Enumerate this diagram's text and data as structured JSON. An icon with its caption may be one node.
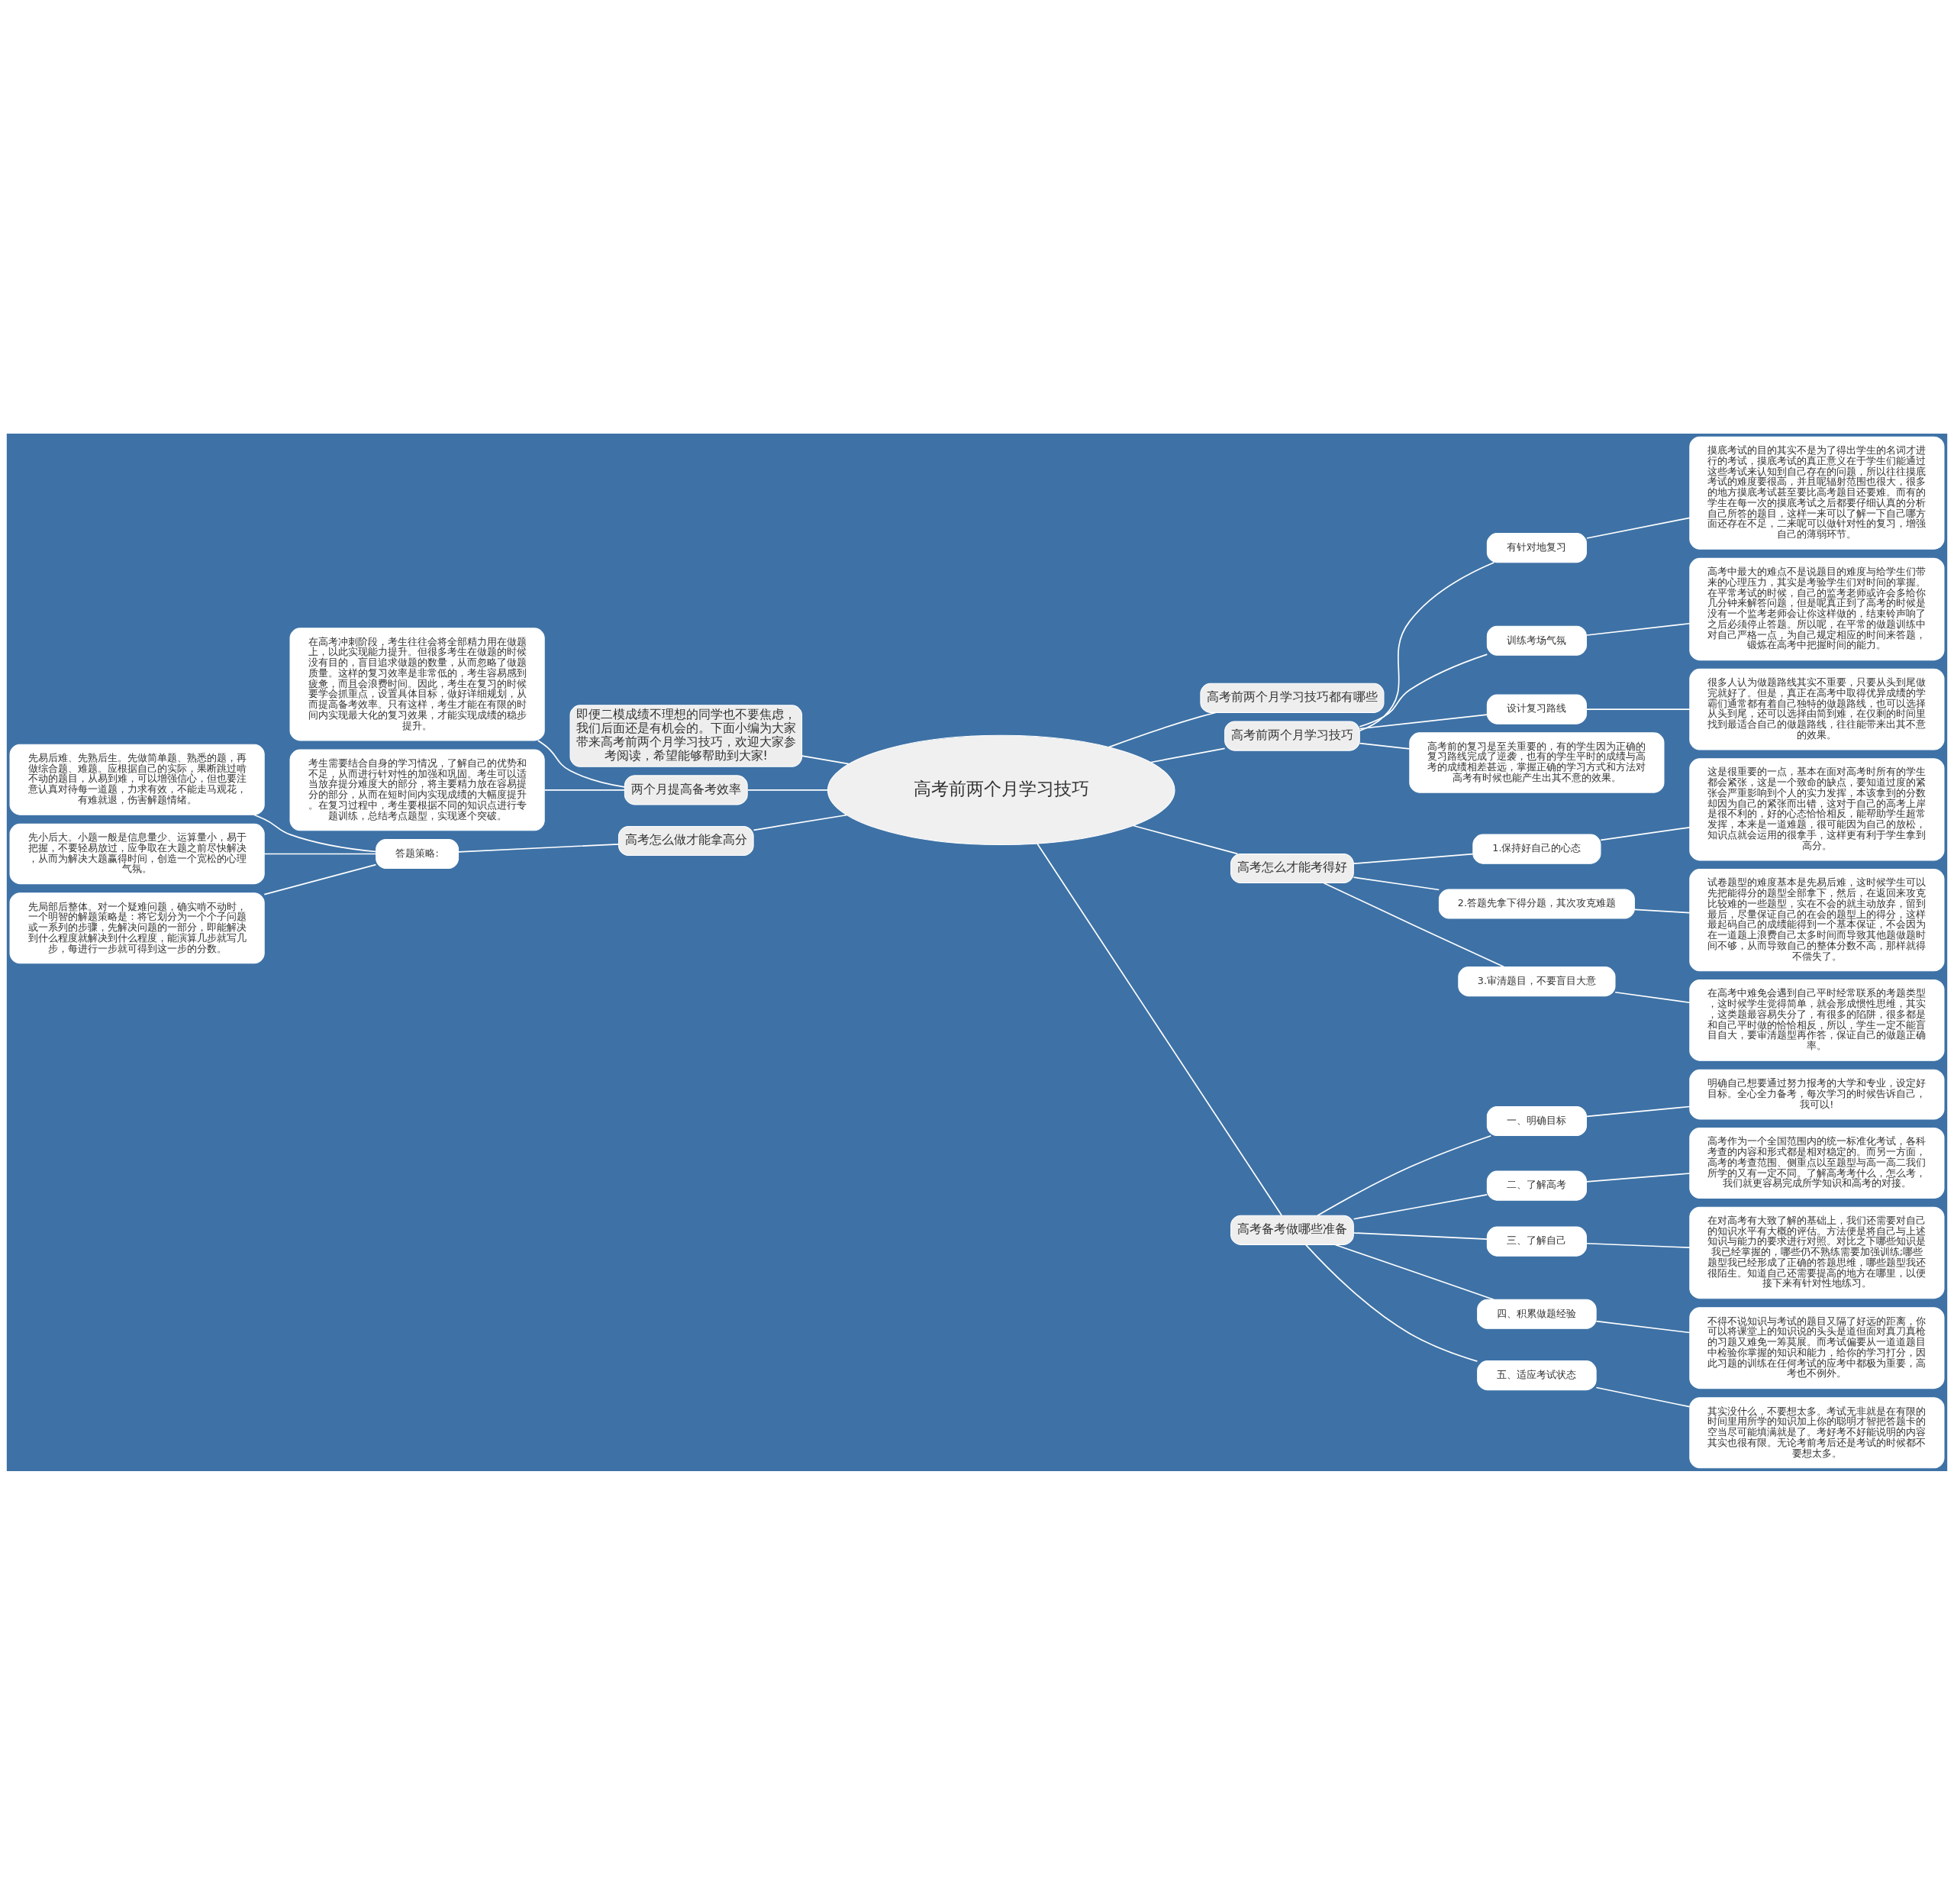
{
  "diagram": {
    "nodes": [
      {
        "text": [
          "高考前两个月学习技巧"
        ]
      },
      {
        "text": [
          "高考前两个月学习技巧都有哪些"
        ]
      },
      {
        "text": [
          "高考前两个月学习技巧"
        ]
      },
      {
        "text": [
          "有针对地复习"
        ]
      },
      {
        "text": [
          "摸底考试的目的其实不是为了得出学生的名词才进行的考试，摸底考试的真正意义在于学生们能通过这些考试来认知到自己存在的问题，所以往往摸底考试的难度要很高，并且呢辐射范围也很大，很多的地方摸底考试甚至要比高考题目还要难。而有的学生在每一次的摸底考试之后都要仔细认真的分析自己所答的题目，这样一来可以了解一下自己哪方面还存在不足，二来呢可以做针对性的复习，增强自己的薄弱环节。"
        ]
      },
      {
        "text": [
          "训练考场气氛"
        ]
      },
      {
        "text": [
          "高考中最大的难点不是说题目的难度与给学生们带来的心理压力，其实是考验学生们对时间的掌握。在平常考试的时候，自己的监考老师或许会多给你几分钟来解答问题，但是呢真正到了高考的时候是没有一个监考老师会让你这样做的，结束铃声响了之后必须停止答题。所以呢，在平常的做题训练中对自己严格一点，为自己规定相应的时间来答题，锻炼在高考中把握时间的能力。"
        ]
      },
      {
        "text": [
          "设计复习路线"
        ]
      },
      {
        "text": [
          "很多人认为做题路线其实不重要，只要从头到尾做完就好了。但是，真正在高考中取得优异成绩的学霸们通常都有着自己独特的做题路线，也可以选择从头到尾，还可以选择由简到难，在仅剩的时间里找到最适合自己的做题路线，往往能带来出其不意的效果。"
        ]
      },
      {
        "text": [
          "高考前的复习是至关重要的，有的学生因为正确的复习路线完成了逆袭，也有的学生平时的成绩与高考的成绩相差甚远，掌握正确的学习方式和方法对高考有时候也能产生出其不意的效果。"
        ]
      },
      {
        "text": [
          "高考怎么才能考得好"
        ]
      },
      {
        "text": [
          "1.保持好自己的心态"
        ]
      },
      {
        "text": [
          "这是很重要的一点，基本在面对高考时所有的学生都会紧张，这是一个致命的缺点，要知道过度的紧张会严重影响到个人的实力发挥，本该拿到的分数却因为自己的紧张而出错，这对于自己的高考上岸是很不利的，好的心态恰恰相反，能帮助学生超常发挥，本来是一道难题，很可能因为自己的放松，知识点就会运用的很拿手，这样更有利于学生拿到高分。"
        ]
      },
      {
        "text": [
          "2.答题先拿下得分题，其次攻克难题"
        ]
      },
      {
        "text": [
          "试卷题型的难度基本是先易后难，这时候学生可以先把能得分的题型全部拿下，然后，在返回来攻克比较难的一些题型，实在不会的就主动放弃，留到最后，尽量保证自己的在会的题型上的得分，这样最起码自己的成绩能得到一个基本保证，不会因为在一道题上浪费自己太多时间而导致其他题做题时间不够，从而导致自己的整体分数不高，那样就得不偿失了。"
        ]
      },
      {
        "text": [
          "3.审清题目，不要盲目大意"
        ]
      },
      {
        "text": [
          "在高考中难免会遇到自己平时经常联系的考题类型，这时候学生觉得简单，就会形成惯性思维，其实，这类题最容易失分了，有很多的陷阱，很多都是和自己平时做的恰恰相反，所以，学生一定不能盲目自大，要审清题型再作答，保证自己的做题正确率。"
        ]
      },
      {
        "text": [
          "高考备考做哪些准备"
        ]
      },
      {
        "text": [
          "一、明确目标"
        ]
      },
      {
        "text": [
          "明确自己想要通过努力报考的大学和专业，设定好目标。全心全力备考，每次学习的时候告诉自己，我可以!"
        ]
      },
      {
        "text": [
          "二、了解高考"
        ]
      },
      {
        "text": [
          "高考作为一个全国范围内的统一标准化考试，各科考查的内容和形式都是相对稳定的。而另一方面，高考的考查范围、侧重点以至题型与高一高二我们所学的又有一定不同。了解高考考什么，怎么考，我们就更容易完成所学知识和高考的对接。"
        ]
      },
      {
        "text": [
          "三、了解自己"
        ]
      },
      {
        "text": [
          "在对高考有大致了解的基础上，我们还需要对自己的知识水平有大概的评估。方法便是将自己与上述知识与能力的要求进行对照。对比之下哪些知识是我已经掌握的，哪些仍不熟练需要加强训练;哪些题型我已经形成了正确的答题思维，哪些题型我还很陌生。知道自己还需要提高的地方在哪里，以便接下来有针对性地练习。"
        ]
      },
      {
        "text": [
          "四、积累做题经验"
        ]
      },
      {
        "text": [
          "不得不说知识与考试的题目又隔了好远的距离，你可以将课堂上的知识说的头头是道但面对真刀真枪的习题又难免一筹莫展。而考试偏要从一道道题目中检验你掌握的知识和能力，给你的学习打分，因此习题的训练在任何考试的应考中都极为重要，高考也不例外。"
        ]
      },
      {
        "text": [
          "五、适应考试状态"
        ]
      },
      {
        "text": [
          "其实没什么，不要想太多。考试无非就是在有限的时间里用所学的知识加上你的聪明才智把答题卡的空当尽可能填满就是了。考好考不好能说明的内容其实也很有限。无论考前考后还是考试的时候都不要想太多。"
        ]
      },
      {
        "text": [
          "即便二模成绩不理想的同学也不要焦虑，我们后面还是有机会的。下面小编为大家带来高考前两个月学习技巧，欢迎大家参考阅读，希望能够帮助到大家!"
        ]
      },
      {
        "text": [
          "两个月提高备考效率"
        ]
      },
      {
        "text": [
          "在高考冲刺阶段，考生往往会将全部精力用在做题上，以此实现能力提升。但很多考生在做题的时候没有目的，盲目追求做题的数量，从而忽略了做题质量。这样的复习效率是非常低的，考生容易感到疲惫，而且会浪费时间。因此，考生在复习的时候要学会抓重点，设置具体目标，做好详细规划，从而提高备考效率。只有这样，考生才能在有限的时间内实现最大化的复习效果，才能实现成绩的稳步提升。"
        ]
      },
      {
        "text": [
          "考生需要结合自身的学习情况，了解自己的优势和不足，从而进行针对性的加强和巩固。考生可以适当放弃提分难度大的部分，将主要精力放在容易提分的部分，从而在短时间内实现成绩的大幅度提升。在复习过程中，考生要根据不同的知识点进行专题训练，总结考点题型，实现逐个突破。"
        ]
      },
      {
        "text": [
          "高考怎么做才能拿高分"
        ]
      },
      {
        "text": [
          "答题策略:"
        ]
      },
      {
        "text": [
          "先易后难、先熟后生。先做简单题、熟悉的题，再做综合题、难题。应根据自己的实际，果断跳过啃不动的题目，从易到难，可以增强信心，但也要注意认真对待每一道题，力求有效，不能走马观花，有难就退，伤害解题情绪。"
        ]
      },
      {
        "text": [
          "先小后大。小题一般是信息量少、运算量小，易于把握，不要轻易放过，应争取在大题之前尽快解决，从而为解决大题赢得时间，创造一个宽松的心理气氛。"
        ]
      },
      {
        "text": [
          "先局部后整体。对一个疑难问题，确实啃不动时，一个明智的解题策略是：将它划分为一个个子问题或一系列的步骤，先解决问题的一部分，即能解决到什么程度就解决到什么程度，能演算几步就写几步，每进行一步就可得到这一步的分数。"
        ]
      }
    ],
    "edges": [
      {
        "from": 0,
        "to": 1,
        "arrow": "none"
      },
      {
        "from": 0,
        "to": 2,
        "arrow": "none"
      },
      {
        "from": 2,
        "to": 3,
        "arrow": "none"
      },
      {
        "from": 3,
        "to": 4,
        "arrow": "none"
      },
      {
        "from": 2,
        "to": 5,
        "arrow": "none"
      },
      {
        "from": 5,
        "to": 6,
        "arrow": "none"
      },
      {
        "from": 2,
        "to": 7,
        "arrow": "none"
      },
      {
        "from": 7,
        "to": 8,
        "arrow": "none"
      },
      {
        "from": 2,
        "to": 9,
        "arrow": "none"
      },
      {
        "from": 0,
        "to": 10,
        "arrow": "none"
      },
      {
        "from": 10,
        "to": 11,
        "arrow": "none"
      },
      {
        "from": 11,
        "to": 12,
        "arrow": "none"
      },
      {
        "from": 10,
        "to": 13,
        "arrow": "none"
      },
      {
        "from": 13,
        "to": 14,
        "arrow": "none"
      },
      {
        "from": 10,
        "to": 15,
        "arrow": "none"
      },
      {
        "from": 15,
        "to": 16,
        "arrow": "none"
      },
      {
        "from": 0,
        "to": 17,
        "arrow": "none"
      },
      {
        "from": 17,
        "to": 18,
        "arrow": "none"
      },
      {
        "from": 18,
        "to": 19,
        "arrow": "none"
      },
      {
        "from": 17,
        "to": 20,
        "arrow": "none"
      },
      {
        "from": 20,
        "to": 21,
        "arrow": "none"
      },
      {
        "from": 17,
        "to": 22,
        "arrow": "none"
      },
      {
        "from": 22,
        "to": 23,
        "arrow": "none"
      },
      {
        "from": 17,
        "to": 24,
        "arrow": "none"
      },
      {
        "from": 24,
        "to": 25,
        "arrow": "none"
      },
      {
        "from": 17,
        "to": 26,
        "arrow": "none"
      },
      {
        "from": 26,
        "to": 27,
        "arrow": "none"
      },
      {
        "from": 0,
        "to": 28,
        "arrow": "none"
      },
      {
        "from": 0,
        "to": 29,
        "arrow": "none"
      },
      {
        "from": 29,
        "to": 30,
        "arrow": "none"
      },
      {
        "from": 29,
        "to": 31,
        "arrow": "none"
      },
      {
        "from": 0,
        "to": 32,
        "arrow": "none"
      },
      {
        "from": 32,
        "to": 33,
        "arrow": "none"
      },
      {
        "from": 33,
        "to": 34,
        "arrow": "none"
      },
      {
        "from": 33,
        "to": 35,
        "arrow": "none"
      },
      {
        "from": 33,
        "to": 36,
        "arrow": "none"
      }
    ]
  }
}
